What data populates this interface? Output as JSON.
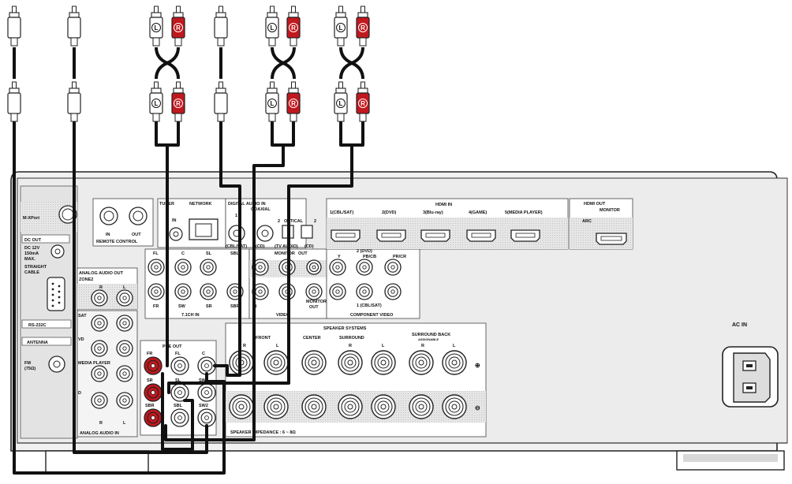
{
  "plug_letters": {
    "left": "L",
    "right": "R"
  },
  "panel": {
    "mxport": "M-XPort",
    "dc_out": "DC OUT",
    "dc_spec": [
      "DC 12V",
      "150mA",
      "MAX."
    ],
    "straight_cable": [
      "STRAIGHT",
      "CABLE"
    ],
    "rs232c": "RS-232C",
    "antenna": "ANTENNA",
    "fm": [
      "FM",
      "(75Ω)"
    ],
    "remote_control": "REMOTE CONTROL",
    "remote_in": "IN",
    "remote_out": "OUT",
    "zone2": "ZONE2",
    "analog_audio_out": "ANALOG AUDIO OUT",
    "zone2_r": "R",
    "zone2_l": "L",
    "analog_audio_in": "ANALOG AUDIO IN",
    "analog_in_r": "R",
    "analog_in_l": "L",
    "analog_in_rows": [
      "SAT",
      "VD",
      "MEDIA PLAYER",
      "D"
    ],
    "tuner": "TUNER",
    "network": "NETWORK",
    "digital_audio_in": "DIGITAL AUDIO IN",
    "coaxial": "COAXIAL",
    "optical": "OPTICAL",
    "digital_ports": [
      "(CBL/SAT)",
      "(CD)",
      "(TV AUDIO)",
      "(CD)"
    ],
    "digital_nums": [
      "1",
      "2",
      "1",
      "2"
    ],
    "monitor": "MONITOR",
    "out_label": "OUT",
    "in_label": "IN",
    "video": "VIDEO",
    "ch71_in": "7.1CH IN",
    "ch71_labels": [
      "FL",
      "C",
      "SL",
      "FR",
      "SW",
      "SR",
      "SBL",
      "SBR"
    ],
    "pre_out": "PRE OUT",
    "pre_out_labels": [
      "FR",
      "FL",
      "C",
      "SR",
      "SL",
      "SW1",
      "SBR",
      "SBL",
      "SW2"
    ],
    "component_video": "COMPONENT VIDEO",
    "component_cols": [
      "Y",
      "PB/CB",
      "PR/CR"
    ],
    "component_top": "2 (DVD)",
    "component_bottom": "1 (CBL/SAT)",
    "monitor_out": [
      "MONITOR",
      "OUT"
    ],
    "hdmi_in": "HDMI IN",
    "hdmi_ports": [
      "1(CBL/SAT)",
      "2(DVD)",
      "3(Blu-ray)",
      "4(GAME)",
      "5(MEDIA PLAYER)"
    ],
    "hdmi_out": "HDMI OUT",
    "hdmi_monitor": "MONITOR",
    "arc": "ARC",
    "speaker_systems": "SPEAKER SYSTEMS",
    "speaker_groups": [
      "FRONT",
      "CENTER",
      "SURROUND",
      "SURROUND BACK"
    ],
    "assignable": "ASSIGNABLE",
    "speaker_rl": [
      "R",
      "L",
      "R",
      "L",
      "R",
      "L"
    ],
    "plus": "⊕",
    "minus": "⊖",
    "speaker_impedance": "SPEAKER IMPEDANCE : 6 ~ 8Ω",
    "ac_in": "AC IN"
  },
  "colors": {
    "red_plug": "#c0181e",
    "cable": "#111111",
    "panel": "#e9e9e9",
    "shade": "#d4d4d4"
  }
}
